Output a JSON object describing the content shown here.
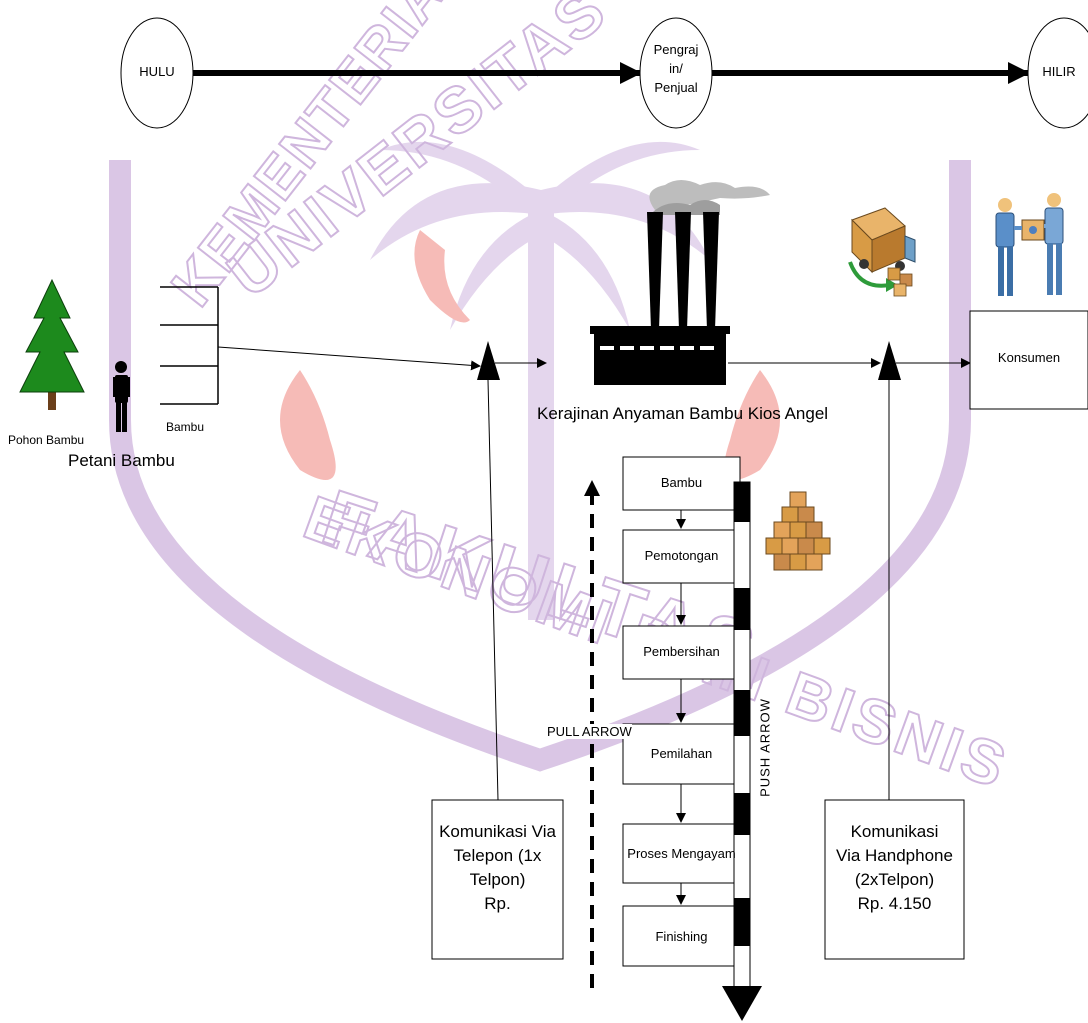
{
  "watermark": {
    "text_top": "KEMENTERIAN RISET TEKNOLOGI DAN PENDIDIKAN TINGGI",
    "text_mid": "UNIVERSITAS SAM RATULANGI",
    "text_bottom_1": "FAKULTAS",
    "text_bottom_2": "EKONOMI DAN BISNIS",
    "color": "#d9c3e3"
  },
  "chain": {
    "upstream": "HULU",
    "middle_line1": "Pengraj",
    "middle_line2": "in/",
    "middle_line3": "Penjual",
    "downstream": "HILIR"
  },
  "nodes": {
    "tree_label": "Pohon Bambu",
    "farmer_label": "Petani Bambu",
    "bamboo_label": "Bambu",
    "factory_label": "Kerajinan Anyaman Bambu Kios Angel",
    "consumer_label": "Konsumen"
  },
  "process_steps": [
    "Bambu",
    "Pemotongan",
    "Pembersihan",
    "Pemilahan",
    "Proses Mengayam",
    "Finishing"
  ],
  "arrows": {
    "pull": "PULL ARROW",
    "push": "PUSH ARROW"
  },
  "communication_left": {
    "line1": "Komunikasi Via",
    "line2": "Telepon (1x",
    "line3": "Telpon)",
    "line4": "Rp."
  },
  "communication_right": {
    "line1": "Komunikasi",
    "line2": "Via Handphone",
    "line3": "(2xTelpon)",
    "line4": "Rp. 4.150"
  },
  "colors": {
    "tree": "#1d8a1d",
    "logo_red": "#e8372f",
    "logo_purple": "#b98fd0",
    "box_brown": "#c98a4b"
  }
}
